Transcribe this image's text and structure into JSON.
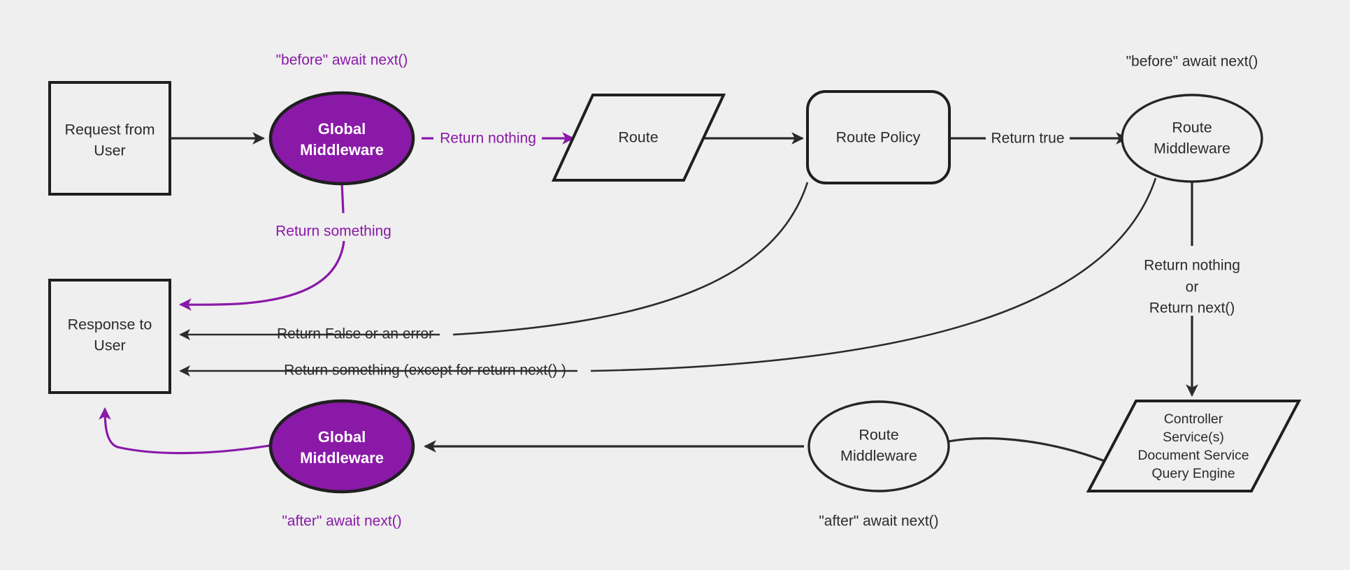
{
  "diagram": {
    "title": "Request / Middleware lifecycle flow",
    "background_color": "#efefef",
    "accent_color": "#8a19a8",
    "line_color": "#2b2b2b",
    "nodes": {
      "request_from_user": {
        "line1": "Request from",
        "line2": "User",
        "shape": "rectangle"
      },
      "global_middleware_top": {
        "line1": "Global",
        "line2": "Middleware",
        "shape": "ellipse",
        "fill": "#8a19a8"
      },
      "route": {
        "line1": "Route",
        "shape": "parallelogram"
      },
      "route_policy": {
        "line1": "Route Policy",
        "shape": "rounded-rectangle"
      },
      "route_middleware_top": {
        "line1": "Route",
        "line2": "Middleware",
        "shape": "ellipse"
      },
      "controller_services": {
        "line1": "Controller",
        "line2": "Service(s)",
        "line3": "Document Service",
        "line4": "Query Engine",
        "shape": "parallelogram"
      },
      "route_middleware_bottom": {
        "line1": "Route",
        "line2": "Middleware",
        "shape": "ellipse"
      },
      "global_middleware_bottom": {
        "line1": "Global",
        "line2": "Middleware",
        "shape": "ellipse",
        "fill": "#8a19a8"
      },
      "response_to_user": {
        "line1": "Response to",
        "line2": "User",
        "shape": "rectangle"
      }
    },
    "annotations": {
      "before_await_next_global": "\"before\" await next()",
      "before_await_next_route": "\"before\" await next()",
      "after_await_next_global": "\"after\" await next()",
      "after_await_next_route": "\"after\" await next()"
    },
    "edge_labels": {
      "return_nothing": "Return nothing",
      "return_something": "Return something",
      "return_true": "Return true",
      "return_false_or_error": "Return False or an error",
      "return_something_except_next": "Return something (except for return next() )",
      "return_nothing_or_next_1": "Return nothing",
      "return_nothing_or_next_2": "or",
      "return_nothing_or_next_3": "Return next()"
    }
  }
}
